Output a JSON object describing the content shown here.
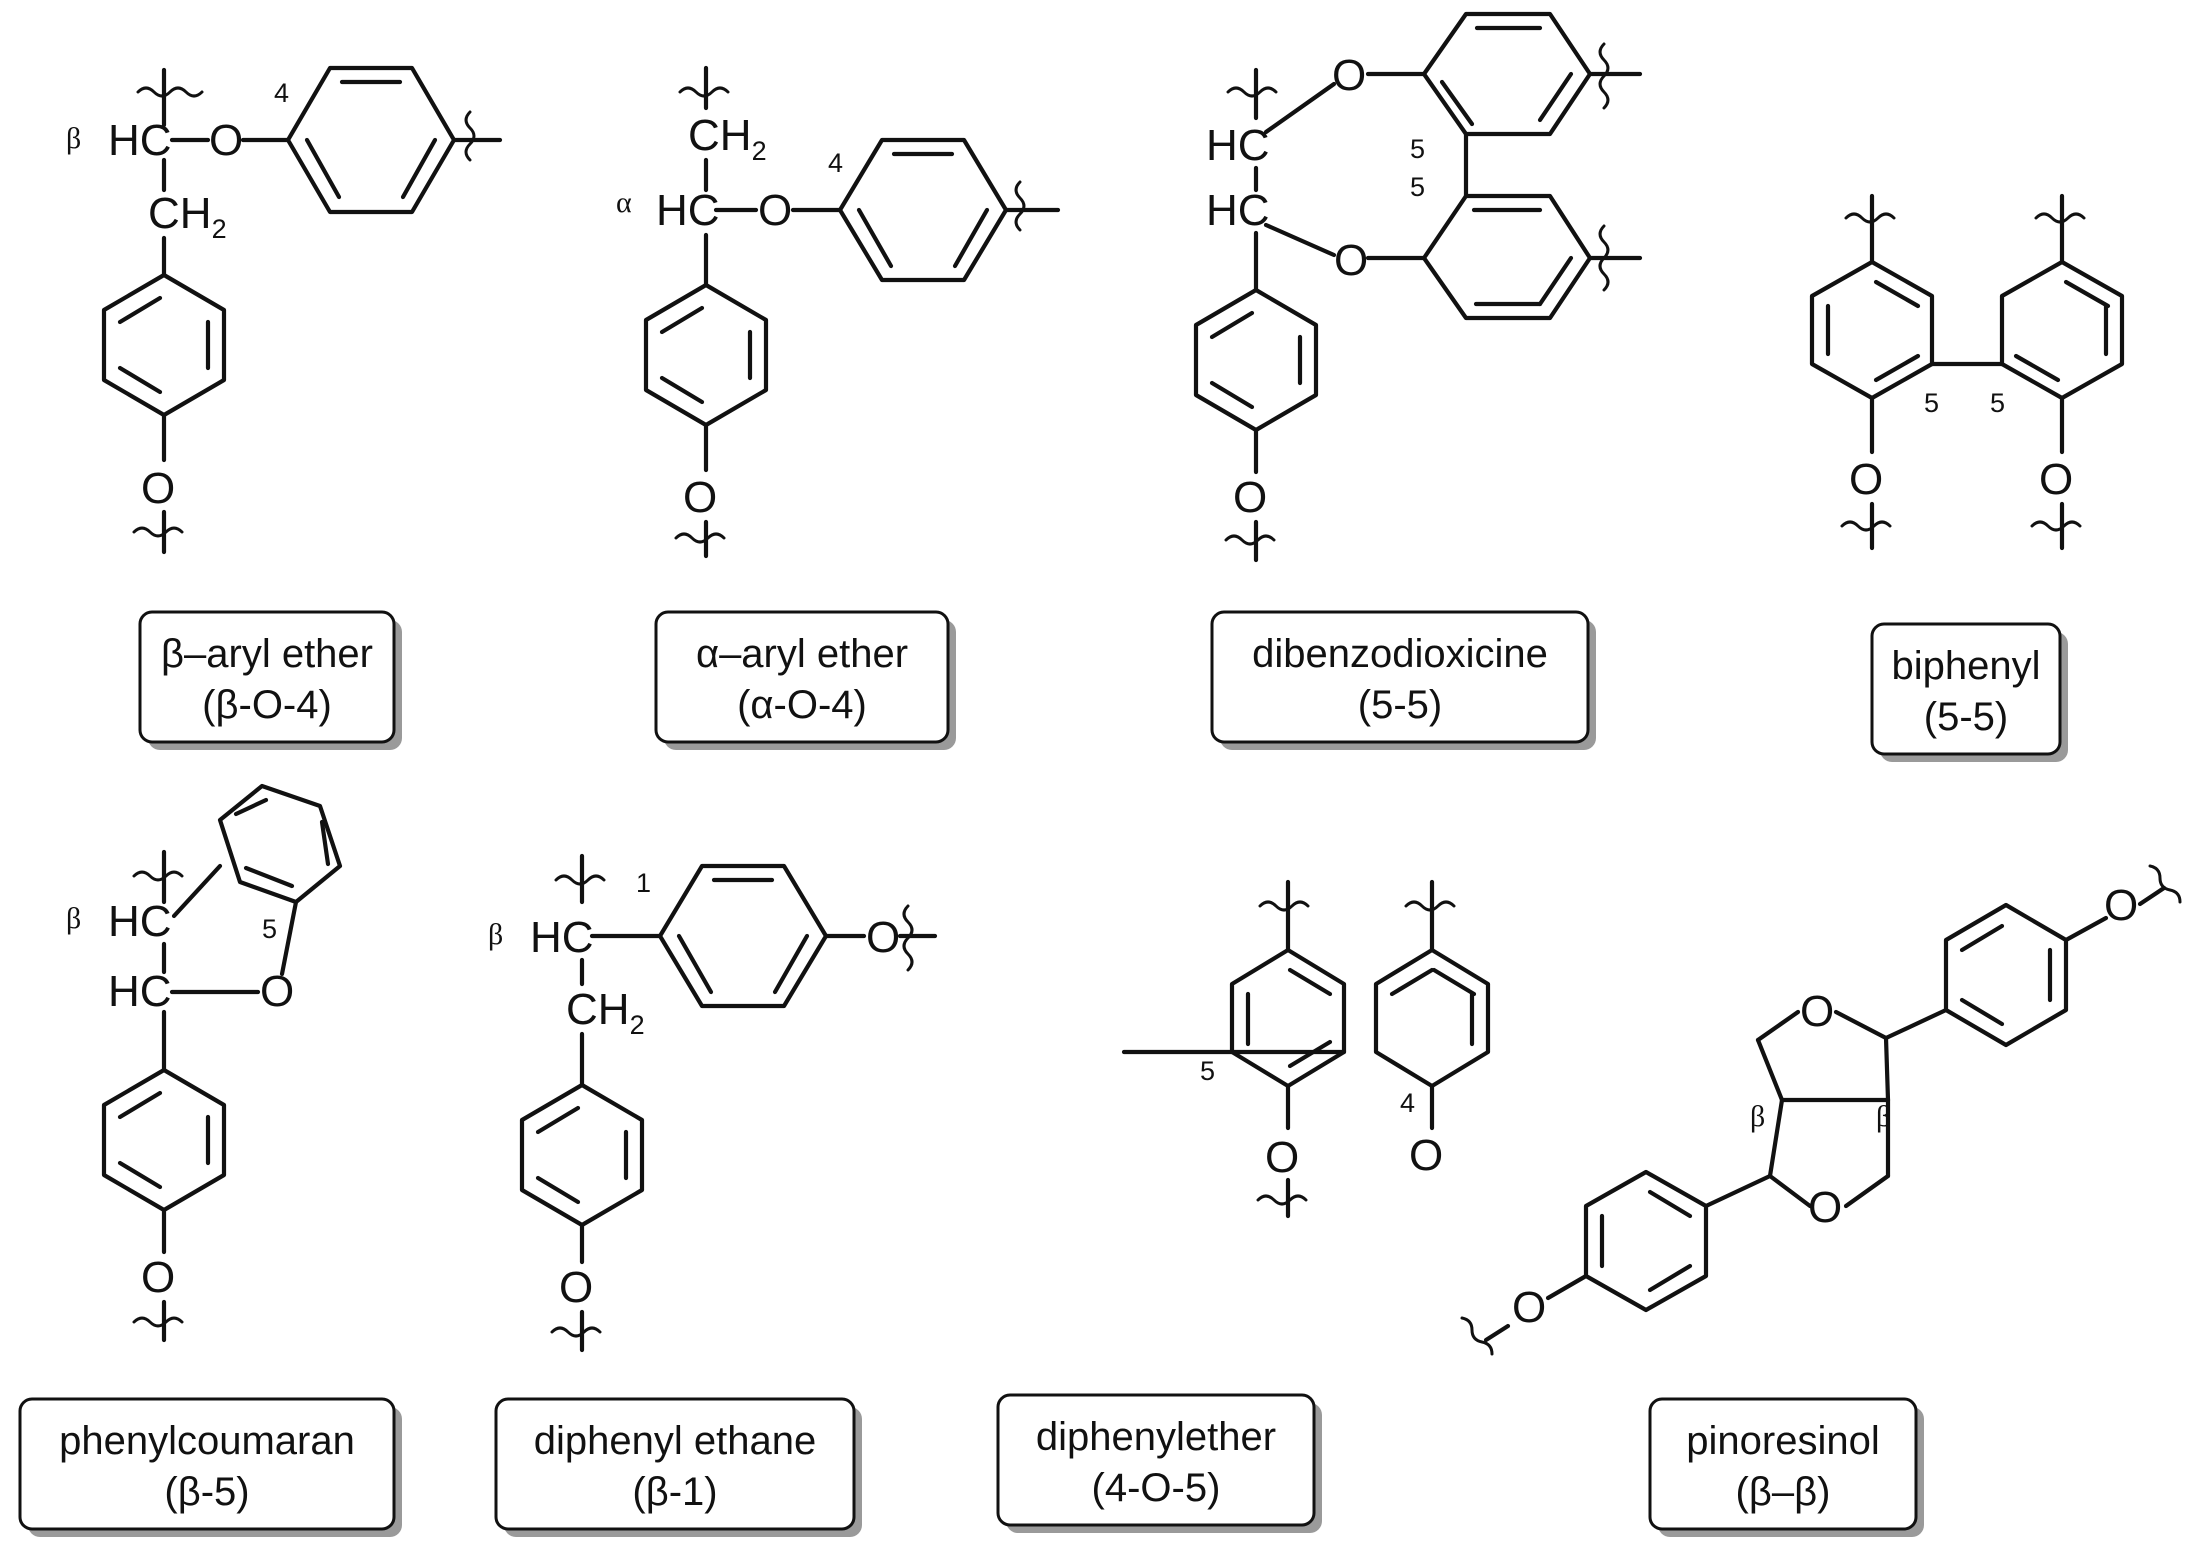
{
  "figure": {
    "panels": [
      {
        "name": "beta-aryl-ether",
        "line1": "β–aryl ether",
        "line2": "(β-O-4)",
        "atoms": {
          "hc": "HC",
          "o_link": "O",
          "ch2": "CH",
          "sub2": "2",
          "o_bottom": "O"
        },
        "labels": {
          "greek": "β",
          "pos": "4"
        }
      },
      {
        "name": "alpha-aryl-ether",
        "line1": "α–aryl ether",
        "line2": "(α-O-4)",
        "atoms": {
          "ch2": "CH",
          "sub2": "2",
          "hc": "HC",
          "o_link": "O",
          "o_bottom": "O"
        },
        "labels": {
          "greek": "α",
          "pos": "4"
        }
      },
      {
        "name": "dibenzodioxicine",
        "line1": "dibenzodioxicine",
        "line2": "(5-5)",
        "atoms": {
          "hc_top": "HC",
          "hc_bottom": "HC",
          "o_top": "O",
          "o_mid": "O",
          "o_bottom": "O"
        },
        "labels": {
          "pos_a": "5",
          "pos_b": "5"
        }
      },
      {
        "name": "biphenyl",
        "line1": "biphenyl",
        "line2": "(5-5)",
        "atoms": {
          "o_left": "O",
          "o_right": "O"
        },
        "labels": {
          "pos_a": "5",
          "pos_b": "5"
        }
      },
      {
        "name": "phenylcoumaran",
        "line1": "phenylcoumaran",
        "line2": "(β-5)",
        "atoms": {
          "hc_top": "HC",
          "hc_bottom": "HC",
          "o_ring": "O",
          "o_bottom": "O"
        },
        "labels": {
          "greek": "β",
          "pos": "5"
        }
      },
      {
        "name": "diphenyl-ethane",
        "line1": "diphenyl ethane",
        "line2": "(β-1)",
        "atoms": {
          "hc": "HC",
          "o_right": "O",
          "ch2": "CH",
          "sub2": "2",
          "o_bottom": "O"
        },
        "labels": {
          "greek": "β",
          "pos": "1"
        }
      },
      {
        "name": "diphenylether",
        "line1": "diphenylether",
        "line2": "(4-O-5)",
        "atoms": {
          "o_link": "O",
          "o_bottom": "O"
        },
        "labels": {
          "pos_a": "4",
          "pos_b": "5"
        }
      },
      {
        "name": "pinoresinol",
        "line1": "pinoresinol",
        "line2": "(β–β)",
        "atoms": {
          "o_top": "O",
          "o_bottom": "O",
          "o_right": "O",
          "o_left": "O"
        },
        "labels": {
          "greek_a": "β",
          "greek_b": "β"
        }
      }
    ]
  }
}
